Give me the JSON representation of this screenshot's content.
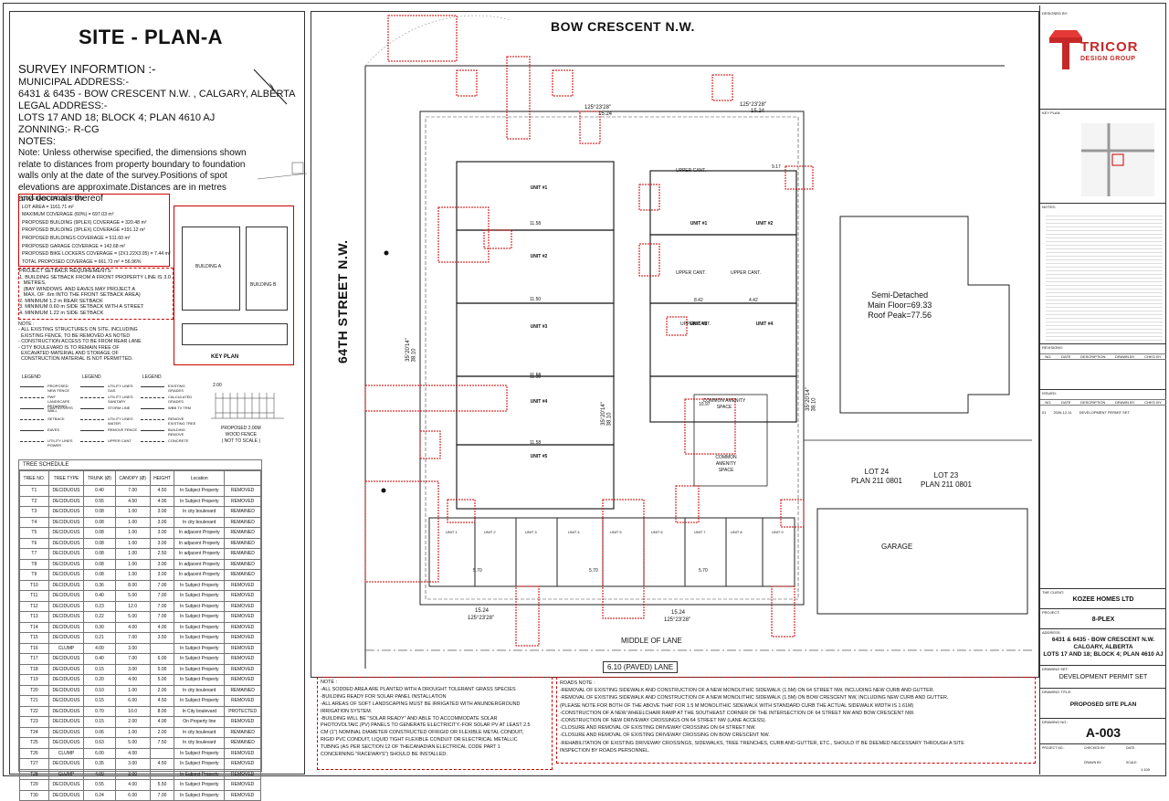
{
  "title": "SITE - PLAN-A",
  "survey": {
    "heading": "SURVEY INFORMTION :-",
    "municipal_label": "MUNICIPAL ADDRESS:-",
    "address": "6431 & 6435 - BOW CRESCENT N.W. , CALGARY, ALBERTA",
    "legal_label": "LEGAL ADDRESS:-",
    "legal": "LOTS 17 AND 18; BLOCK 4; PLAN 4610 AJ",
    "zoning": "ZONNING:-  R-CG",
    "notes_label": "NOTES:",
    "note_lines": [
      "Note: Unless otherwise specified, the dimensions shown",
      "relate to distances from property boundary to foundation",
      "walls only at the date of the survey.Positions of spot",
      "elevations are approximate.Distances are in metres",
      "and decimals thereof"
    ]
  },
  "coverage": {
    "lines": [
      "COVERAGE CALCULATION:",
      "LOT AREA = 1161.71 m²",
      "MAXIMUM COVERAGE (60%) = 697.03 m²",
      "PROPOSED BUILDING (9PLEX) COVERAGE = 320.48 m²",
      "PROPOSED BUILDING (3PLEX) COVERAGE =191.12 m²",
      "PROPOSED BUILDINGS COVERAGE = 511.60 m²",
      "PROPOSED GARAGE COVERAGE = 142.68 m²",
      "PROPOSED BIKE LOCKERS COVERAGE = (2X1.22X3.05) = 7.44 m²",
      "TOTAL PROPOSED COVERAGE = 661.72 m² = 56.96%"
    ]
  },
  "setbacks": {
    "lines": [
      "PROJECT SETBACK REQUIREMENTS:",
      "1. BUILDING SETBACK FROM A FRONT PROPERTY LINE IS 3.0",
      "   METRES.",
      "   (BAY WINDOWS  AND EAVES MAY PROJECT A",
      "   MAX. OF .6m INTO THE FRONT SETBACK AREA)",
      "2. MINIMUM 1.2 m REAR SETBACK",
      "3. MINIMUM 0.60 m SIDE SETBACK WITH A STREET",
      "4. MINIMUM 1.22 m SIDE SETBACK"
    ]
  },
  "notes2": {
    "lines": [
      "NOTE :",
      "- ALL EXISTING STRUCTURES ON SITE, INCLUDING",
      "  EXISTING FENCE, TO BE REMOVED AS NOTED",
      "- CONSTRUCTION ACCESS TO BE FROM REAR LANE",
      "- CITY BOULEVARD IS TO REMAIN FREE OF",
      "  EXCAVATED MATERIAL AND STORAGE OF",
      "  CONSTRUCTION MATERIAL IS NOT PERMITTED."
    ]
  },
  "key_plan": {
    "label": "KEY PLAN",
    "bldg_a": "BUILDING A",
    "bldg_b": "BUILDING B"
  },
  "legend": {
    "headers": [
      "LEGEND",
      "LEGEND",
      "LEGEND"
    ],
    "items": [
      [
        "PROPOSED NEW FENCE",
        "UTILITY LINES GAS",
        "EXISTING GRADES"
      ],
      [
        "PWF LANDSCAPE RETAINING WALL",
        "UTILITY LINES SANITARY",
        "CALCULATED GRADES"
      ],
      [
        "CANTILEVERS",
        "STORM LINE",
        "WBB TV TRM"
      ],
      [
        "SETBACK",
        "UTILITY LINES WATER",
        "REMOVE EXISTING TREE"
      ],
      [
        "EAVES",
        "REMOVE FENCE",
        "BUILDING REMOVE"
      ],
      [
        "UTILITY LINES POWER",
        "UPPER CANT",
        "CONCRETE"
      ]
    ]
  },
  "fence": {
    "label1": "PROPOSED 2.00M",
    "label2": "WOOD FENCE",
    "label3": "( NOT TO SCALE )",
    "dim": "2.00"
  },
  "tree_schedule": {
    "title": "TREE SCHEDULE",
    "headers": [
      "TREE NO.",
      "TREE TYPE",
      "TRUNK (Ø)",
      "CANOPY (Ø)",
      "HEIGHT",
      "Location",
      ""
    ],
    "rows": [
      [
        "T1",
        "DECIDUOUS",
        "0.40",
        "7.00",
        "4.50",
        "In Subject Property",
        "REMOVED"
      ],
      [
        "T2",
        "DECIDUOUS",
        "0.55",
        "4.50",
        "4.00",
        "In Subject Property",
        "REMOVED"
      ],
      [
        "T3",
        "DECIDUOUS",
        "0.08",
        "1.00",
        "3.00",
        "In city boulevard",
        "REMAINED"
      ],
      [
        "T4",
        "DECIDUOUS",
        "0.08",
        "1.00",
        "3.00",
        "In city boulevard",
        "REMAINED"
      ],
      [
        "T5",
        "DECIDUOUS",
        "0.08",
        "1.00",
        "3.00",
        "In adjacent Property",
        "REMAINED"
      ],
      [
        "T6",
        "DECIDUOUS",
        "0.08",
        "1.00",
        "3.00",
        "In adjacent Property",
        "REMAINED"
      ],
      [
        "T7",
        "DECIDUOUS",
        "0.08",
        "1.00",
        "2.50",
        "In adjacent Property",
        "REMAINED"
      ],
      [
        "T8",
        "DECIDUOUS",
        "0.08",
        "1.00",
        "3.00",
        "In adjacent Property",
        "REMAINED"
      ],
      [
        "T9",
        "DECIDUOUS",
        "0.08",
        "1.00",
        "3.00",
        "In adjacent Property",
        "REMAINED"
      ],
      [
        "T10",
        "DECIDUOUS",
        "0.36",
        "8.00",
        "7.00",
        "In Subject Property",
        "REMOVED"
      ],
      [
        "T11",
        "DECIDUOUS",
        "0.40",
        "5.00",
        "7.00",
        "In Subject Property",
        "REMOVED"
      ],
      [
        "T12",
        "DECIDUOUS",
        "0.23",
        "12.0",
        "7.00",
        "In Subject Property",
        "REMOVED"
      ],
      [
        "T13",
        "DECIDUOUS",
        "0.22",
        "5.00",
        "7.00",
        "In Subject Property",
        "REMOVED"
      ],
      [
        "T14",
        "DECIDUOUS",
        "0.30",
        "4.00",
        "4.00",
        "In Subject Property",
        "REMOVED"
      ],
      [
        "T15",
        "DECIDUOUS",
        "0.21",
        "7.00",
        "3.50",
        "In Subject Property",
        "REMOVED"
      ],
      [
        "T16",
        "CLUMP",
        "4.00",
        "3.00",
        "",
        "In Subject Property",
        "REMOVED"
      ],
      [
        "T17",
        "DECIDUOUS",
        "0.40",
        "7.00",
        "6.00",
        "In Subject Property",
        "REMOVED"
      ],
      [
        "T18",
        "DECIDUOUS",
        "0.15",
        "3.00",
        "5.00",
        "In Subject Property",
        "REMOVED"
      ],
      [
        "T19",
        "DECIDUOUS",
        "0.20",
        "4.00",
        "5.00",
        "In Subject Property",
        "REMOVED"
      ],
      [
        "T20",
        "DECIDUOUS",
        "0.10",
        "1.00",
        "2.00",
        "In city boulevard",
        "REMAINED"
      ],
      [
        "T21",
        "DECIDUOUS",
        "0.15",
        "6.00",
        "4.50",
        "In Subject Property",
        "REMOVED"
      ],
      [
        "T22",
        "DECIDUOUS",
        "0.70",
        "10.0",
        "8.00",
        "In City boulevard",
        "PROTECTED"
      ],
      [
        "T23",
        "DECIDUOUS",
        "0.15",
        "2.00",
        "4.00",
        "On Property line",
        "REMOVED"
      ],
      [
        "T24",
        "DECIDUOUS",
        "0.06",
        "1.00",
        "2.00",
        "In city boulevard",
        "REMAINED"
      ],
      [
        "T25",
        "DECIDUOUS",
        "0.63",
        "5.00",
        "7.50",
        "In city boulevard",
        "REMAINED"
      ],
      [
        "T26",
        "CLUMP",
        "6.00",
        "4.00",
        "",
        "In Subject Property",
        "REMOVED"
      ],
      [
        "T27",
        "DECIDUOUS",
        "0.35",
        "3.00",
        "4.50",
        "In Subject Property",
        "REMOVED"
      ],
      [
        "T28",
        "CLUMP",
        "4.00",
        "3.00",
        "",
        "In Subject Property",
        "REMOVED"
      ],
      [
        "T29",
        "DECIDUOUS",
        "0.55",
        "4.00",
        "5.50",
        "In Subject Property",
        "REMOVED"
      ],
      [
        "T30",
        "DECIDUOUS",
        "0.24",
        "6.00",
        "7.00",
        "In Subject Property",
        "REMOVED"
      ]
    ]
  },
  "plan": {
    "bow_crescent": "BOW CRESCENT N.W.",
    "street_64": "64TH STREET N.W.",
    "middle_lane": "MIDDLE OF LANE",
    "paved_lane": "6.10 (PAVED) LANE",
    "semi_detached": "Semi-Detached",
    "main_floor": "Main Floor=69.33",
    "roof_peak": "Roof Peak=77.56",
    "lot24": "LOT 24",
    "lot24_plan": "PLAN 211 0801",
    "lot23": "LOT 23",
    "lot23_plan": "PLAN 211 0801",
    "garage": "GARAGE",
    "dim_top_a": "125°23'28\"",
    "dim_top_b": "15.24",
    "dim_bot_a": "15.24",
    "dim_bot_b": "125°23'28\"",
    "dim_side_a": "35°20'14\"",
    "dim_side_b": "38.10",
    "common_amenity": "COMMON AMENITY SPACE",
    "upper_cant": "UPPER CANT.",
    "units": [
      "UNIT #1",
      "UNIT #2",
      "UNIT #3",
      "UNIT #4",
      "UNIT #5"
    ],
    "units_b": [
      "UNIT #1",
      "UNIT #2",
      "UNIT #3",
      "UNIT #4"
    ],
    "garage_units": [
      "UNIT 1",
      "UNIT 2",
      "UNIT 3",
      "UNIT 4",
      "UNIT 5",
      "UNIT 6",
      "UNIT 7",
      "UNIT 8",
      "UNIT 9"
    ],
    "dims": [
      "11.58",
      "11.50",
      "11.58",
      "11.50",
      "11.58",
      "10.97",
      "8.42",
      "4.42",
      "9.17",
      "5.70",
      "5.70",
      "5.70"
    ]
  },
  "notes_bottom": {
    "lines": [
      "NOTE :",
      "-ALL SODDED AREA ARE PLANTED WITH A DROUGHT TOLERANT GRASS SPECIES",
      "-BUILDING READY FOR SOLAR PANEL INSTALLATION",
      "-ALL AREAS OF SOFT LANDSCAPING MUST BE IRRIGATED WITH ANUNDERGROUND",
      "IRRIGATION SYSTEM.",
      "-BUILDING WILL BE \"SOLAR READY\" AND ABLE TO ACCOMMODATE SOLAR",
      "PHOTOVOLTAIC (PV) PANELS TO GENERATE ELECTRICITY.-FOR SOLAR PV AT LEAST 2.5",
      "CM (1\") NOMINAL DIAMETER CONSTRUCTED OFRIGID OR FLEXIBLE METAL CONDUIT,",
      "RIGID PVC CONDUIT, LIQUID TIGHT FLEXIBLE CONDUIT OR ELECTRICAL METALLIC",
      "TUBING (AS PER SECTION 12 OF THECANADIAN ELECTRICAL CODE PART 1",
      "CONCERNING \"RACEWAYS\") SHOULD BE INSTALLED."
    ]
  },
  "roads_note": {
    "lines": [
      "ROADS NOTE :",
      "-REMOVAL OF EXISTING SIDEWALK AND CONSTRUCTION OF A NEW MONOLITHIC SIDEWALK (1.5M) ON 64 STREET NW, INCLUDING NEW CURB AND GUTTER.",
      "-REMOVAL OF EXISTING SIDEWALK AND CONSTRUCTION OF A NEW MONOLITHIC SIDEWALK (1.5M) ON BOW CRESCENT NW, INCLUDING NEW CURB AND GUTTER.",
      "(PLEASE NOTE FOR BOTH OF THE ABOVE THAT FOR 1.5 M MONOLITHIC SIDEWALK WITH STANDARD CURB THE ACTUAL SIDEWALK WIDTH IS 1.61M)",
      "-CONSTRUCTION OF A NEW WHEELCHAIR RAMP AT THE SOUTHEAST CORNER OF THE INTERSECTION OF 64 STREET NW AND BOW CRESCENT NW.",
      "-CONSTRUCTION OF NEW DRIVEWAY CROSSINGS ON 64 STREET NW (LANE ACCESS).",
      "-CLOSURE AND REMOVAL OF EXISTING DRIVEWAY CROSSING ON 64 STREET NW.",
      "-CLOSURE AND REMOVAL OF EXISTING DRIVEWAY CROSSING ON BOW CRESCENT NW.",
      "-REHABILITATION OF EXISTING DRIVEWAY CROSSINGS, SIDEWALKS, TREE TRENCHES, CURB AND GUTTER, ETC., SHOULD IT BE DEEMED NECESSARY THROUGH A SITE",
      "INSPECTION BY ROADS PERSONNEL."
    ]
  },
  "title_block": {
    "designed_by": "DESIGNED BY:",
    "logo_main": "TRICOR",
    "logo_sub": "DESIGN GROUP",
    "key_plan": "KEY PLAN",
    "notes": "NOTES:",
    "revisions": "REVISIONS:",
    "rev_headers": [
      "NO.",
      "DATE",
      "DESCRIPTION",
      "DRAWN BY",
      "CHK'D BY"
    ],
    "issued": "ISSUED:",
    "issued_row": [
      "01",
      "2026-12-11",
      "DEVELOPMENT PERMIT SET"
    ],
    "client_label": "THE CLIENT:",
    "client": "KOZEE HOMES LTD",
    "project_label": "PROJECT:",
    "project": "8-PLEX",
    "address_label": "ADDRESS:",
    "address1": "6431 & 6435 - BOW CRESCENT N.W.",
    "address2": "CALGARY, ALBERTA",
    "address3": "LOTS 17 AND 18; BLOCK 4; PLAN 4610 AJ",
    "drawing_set_label": "DRAWING SET:",
    "drawing_set": "DEVELOPMENT  PERMIT SET",
    "drawing_title_label": "DRAWING TITLE:",
    "drawing_title": "PROPOSED SITE PLAN",
    "drawing_no_label": "DRAWING NO.:",
    "drawing_no": "A-003",
    "project_no": "PROJECT NO.:",
    "checked_by": "CHECKED BY:",
    "date": "DATE:",
    "drawn_by": "DRAWN BY:",
    "scale": "SCALE:",
    "scale_val": "1:100"
  },
  "semi_detached_color": "#000000",
  "markup_color": "#cc0000"
}
